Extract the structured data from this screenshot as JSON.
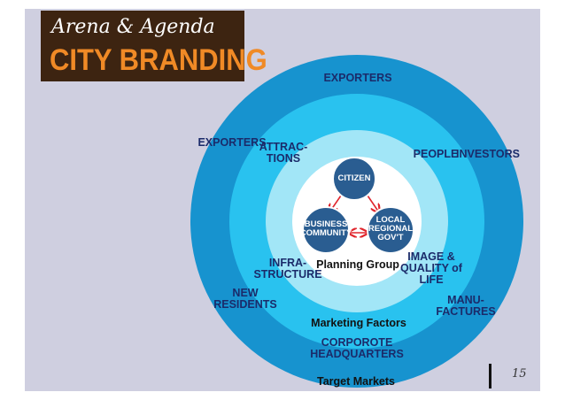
{
  "title": {
    "line1": "Arena & Agenda",
    "line2": "CITY BRANDING"
  },
  "rings": {
    "outer_caption": "Target Markets",
    "middle_caption": "Marketing Factors",
    "inner_caption": "Planning Group"
  },
  "nodes": {
    "citizen": "CITIZEN",
    "business": "BUSINESS\nCOMMUNITY",
    "local": "LOCAL\nREGIONAL\nGOV'T"
  },
  "labels": {
    "exporters_top": "EXPORTERS",
    "exporters_left": "EXPORTERS",
    "people": "PEOPLE",
    "investors": "INVESTORS",
    "new_residents": "NEW\nRESIDENTS",
    "manufactures": "MANU-\nFACTURES",
    "corporate_hq": "CORPOROTE\nHEADQUARTERS",
    "attractions": "ATTRAC-\nTIONS",
    "infrastructure": "INFRA-\nSTRUCTURE",
    "image_quality": "IMAGE &\nQUALITY of\nLIFE"
  },
  "page_number": "15",
  "colors": {
    "outer_ring": "#1793cf",
    "middle_ring": "#29c2ef",
    "inner_ring": "#a2e6f7",
    "core": "#ffffff",
    "node_fill": "#2a5d91",
    "arrow": "#e0262d",
    "title_bg": "#3d2411",
    "title_accent": "#f08a26"
  }
}
